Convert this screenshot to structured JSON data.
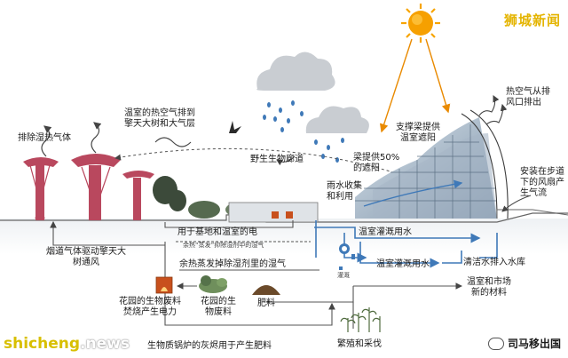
{
  "brand": "狮城新闻",
  "watermark": {
    "part1": "shicheng",
    "part2": ".news"
  },
  "source_account": "司马移出国",
  "labels": {
    "exhaust_heat": "排除湿热气体",
    "hot_air_to_trees": [
      "温室的热空气排到",
      "擎天大树和大气层"
    ],
    "wildlife_corridor": "野生生物廊道",
    "support_beam_shade": [
      "支撑梁提供",
      "温室遮阳"
    ],
    "beam_50_shade": [
      "梁提供50%",
      "的遮阳"
    ],
    "hot_air_vent": [
      "热空气从排",
      "风口排出"
    ],
    "rainwater": [
      "雨水收集",
      "和利用"
    ],
    "fans_cool_air": [
      "安装在步道",
      "下的风扇产",
      "生气流"
    ],
    "site_power": "用于基地和温室的电",
    "waste_heat_note": "余热“蒸发”抑除湿剂中的湿气",
    "greenhouse_irrigation_1": "温室灌溉用水",
    "greenhouse_irrigation_2": "温室灌溉用水",
    "clean_water_reservoir": "清洁水排入水库",
    "flue_gas": [
      "烟道气体驱动擎天大",
      "树通风"
    ],
    "evaporate_desiccant": "余热蒸发掉除湿剂里的湿气",
    "irrigation_small": "灌溉",
    "new_materials": [
      "温室和市场",
      "新的材料"
    ],
    "biomass_power": [
      "花园的生物废料",
      "焚烧产生电力"
    ],
    "garden_waste": [
      "花园的生",
      "物废料"
    ],
    "fertilizer": "肥料",
    "breeding": "繁殖和采伐",
    "ash_fertilizer": "生物质锅炉的灰烬用于产生肥料"
  },
  "colors": {
    "sun": "#f7a400",
    "tree": "#b9485e",
    "arrow": "#444444",
    "water": "#3f79b8",
    "cloud": "#c9cdd2"
  }
}
